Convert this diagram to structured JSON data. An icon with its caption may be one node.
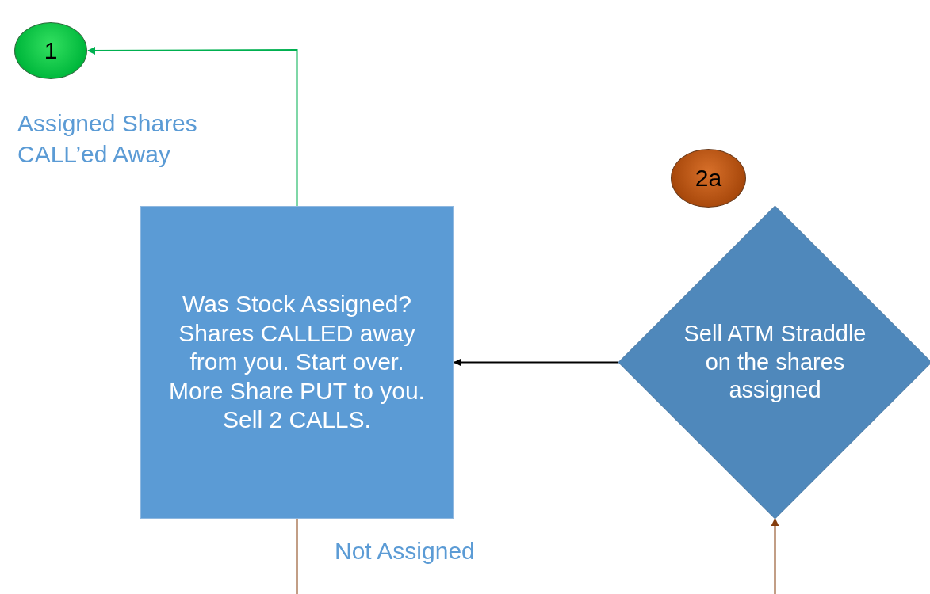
{
  "diagram": {
    "nodes": [
      {
        "text": [
          "1"
        ]
      },
      {
        "text": [
          "2a"
        ]
      },
      {
        "text": [
          "Was Stock Assigned? Shares CALLED away from you. Start over. More Share PUT to you.  Sell 2 CALLS."
        ]
      },
      {
        "text": [
          "Sell ATM Straddle on the shares assigned"
        ]
      }
    ],
    "edges": [
      {
        "from": 2,
        "to": 0,
        "arrow": "to",
        "label": "Assigned Shares CALL’ed Away",
        "color": "#00b050"
      },
      {
        "from": 3,
        "to": 2,
        "arrow": "to",
        "color": "#000000"
      },
      {
        "from": 2,
        "to": null,
        "arrow": "none",
        "label": "Not Assigned",
        "color": "#843c0c"
      },
      {
        "from": null,
        "to": 3,
        "arrow": "to",
        "color": "#843c0c"
      }
    ]
  }
}
